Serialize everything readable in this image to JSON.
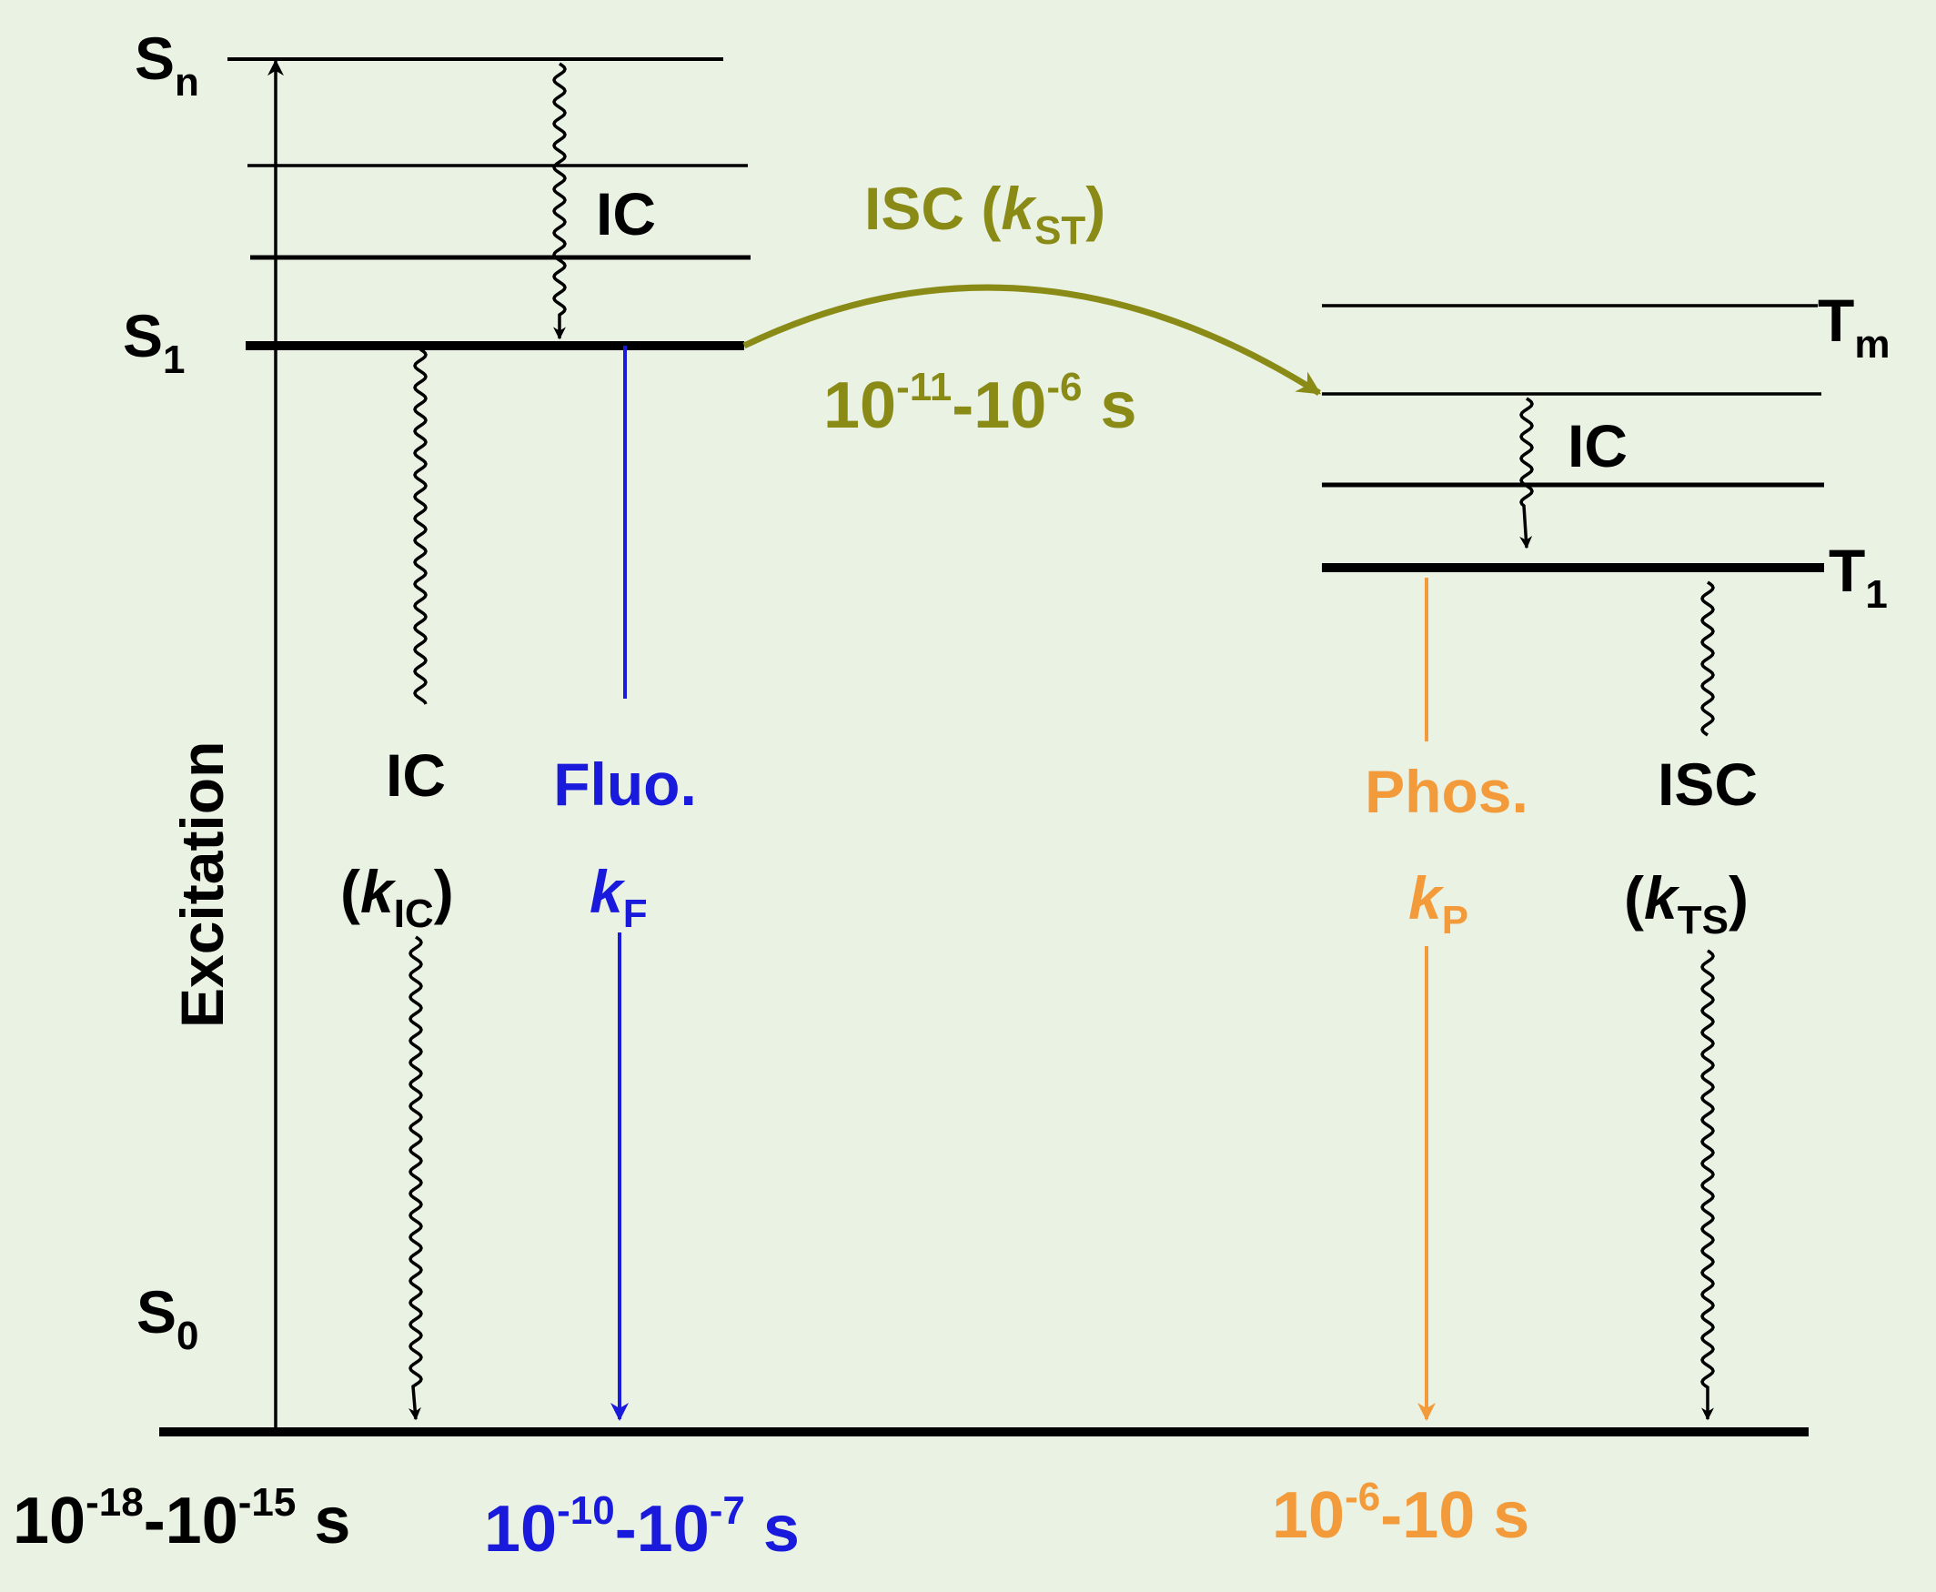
{
  "colors": {
    "background": "#eaf2e3",
    "black": "#000000",
    "fluorescence": "#1a1adc",
    "phosphorescence": "#f39a3a",
    "isc": "#8a8a16"
  },
  "levels": {
    "Sn": {
      "main": "S",
      "sub": "n"
    },
    "S1": {
      "main": "S",
      "sub": "1"
    },
    "S0": {
      "main": "S",
      "sub": "0"
    },
    "Tm": {
      "main": "T",
      "sub": "m"
    },
    "T1": {
      "main": "T",
      "sub": "1"
    }
  },
  "labels": {
    "excitation": "Excitation",
    "ic_singlet": "IC",
    "ic_triplet": "IC",
    "ic_decay": {
      "line1": "IC",
      "open": "(",
      "k": "k",
      "sub": "IC",
      "close": ")"
    },
    "fluo": {
      "line1": "Fluo.",
      "k": "k",
      "sub": "F"
    },
    "phos": {
      "line1": "Phos.",
      "k": "k",
      "sub": "P"
    },
    "isc_decay": {
      "line1": "ISC",
      "open": "(",
      "k": "k",
      "sub": "TS",
      "close": ")"
    },
    "isc_transfer": {
      "prefix": "ISC (",
      "k": "k",
      "sub": "ST",
      "close": ")"
    }
  },
  "timescales": {
    "isc_transfer": {
      "b1": "10",
      "e1": "-11",
      "mid": "-10",
      "e2": "-6",
      "unit": " s"
    },
    "excitation": {
      "b1": "10",
      "e1": "-18",
      "mid": "-10",
      "e2": "-15",
      "unit": " s"
    },
    "fluorescence": {
      "b1": "10",
      "e1": "-10",
      "mid": "-10",
      "e2": "-7",
      "unit": " s"
    },
    "phosphorescence": {
      "b1": "10",
      "e1": "-6",
      "tail": "-10 s"
    }
  }
}
